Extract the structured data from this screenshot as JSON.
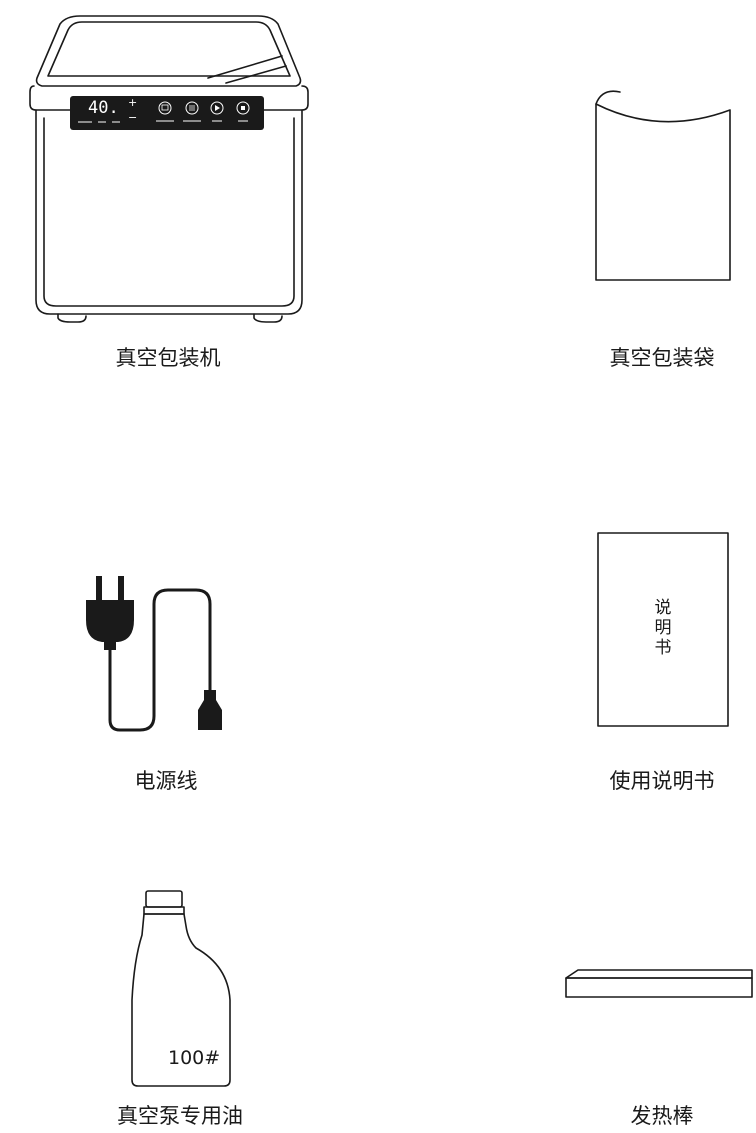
{
  "items": {
    "machine": {
      "label": "真空包装机",
      "display_value": "40",
      "display_dot": ".",
      "plus": "+",
      "minus": "−"
    },
    "bag": {
      "label": "真空包装袋"
    },
    "cord": {
      "label": "电源线"
    },
    "manual": {
      "label": "使用说明书",
      "cover_text": [
        "说",
        "明",
        "书"
      ]
    },
    "oil": {
      "label": "真空泵专用油",
      "bottle_text": "100#"
    },
    "heater": {
      "label": "发热棒"
    }
  }
}
